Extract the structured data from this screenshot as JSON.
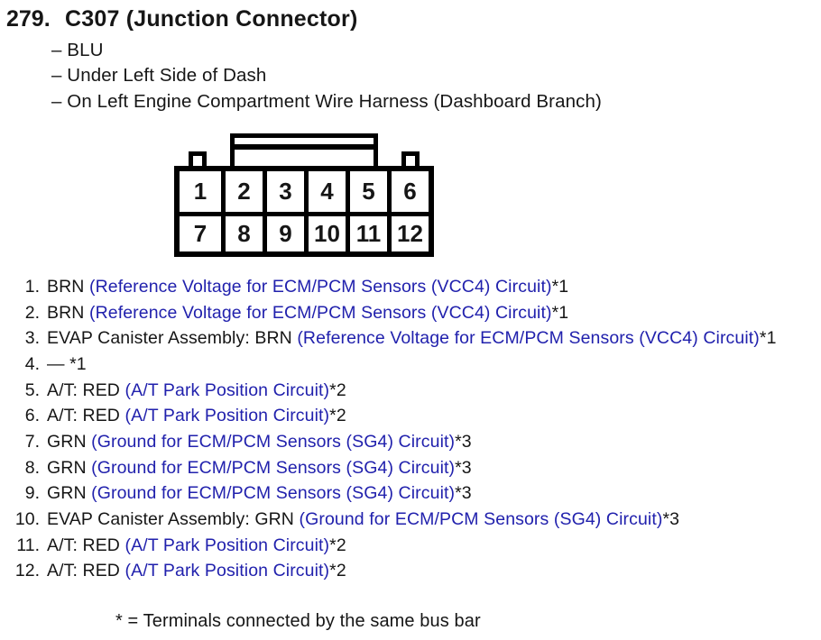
{
  "page": {
    "text_color": "#161616",
    "link_color": "#2121ad",
    "background": "#ffffff"
  },
  "header": {
    "number": "279.",
    "title": "C307 (Junction Connector)",
    "details": [
      "– BLU",
      "– Under Left Side of Dash",
      "– On Left Engine Compartment Wire Harness (Dashboard Branch)"
    ]
  },
  "connector": {
    "name": "C307",
    "top_row": [
      "1",
      "2",
      "3",
      "4",
      "5",
      "6"
    ],
    "bottom_row": [
      "7",
      "8",
      "9",
      "10",
      "11",
      "12"
    ]
  },
  "pin_list": {
    "items": [
      {
        "num": "1.",
        "pre": "BRN ",
        "circuit": "(Reference Voltage for ECM/PCM Sensors (VCC4) Circuit)",
        "post": "*1"
      },
      {
        "num": "2.",
        "pre": "BRN ",
        "circuit": "(Reference Voltage for ECM/PCM Sensors (VCC4) Circuit)",
        "post": "*1"
      },
      {
        "num": "3.",
        "pre": "EVAP Canister Assembly: BRN ",
        "circuit": "(Reference Voltage for ECM/PCM Sensors (VCC4) Circuit)",
        "post": "*1"
      },
      {
        "num": "4.",
        "pre": "— *1",
        "circuit": "",
        "post": ""
      },
      {
        "num": "5.",
        "pre": "A/T: RED ",
        "circuit": "(A/T Park Position Circuit)",
        "post": "*2"
      },
      {
        "num": "6.",
        "pre": "A/T: RED ",
        "circuit": "(A/T Park Position Circuit)",
        "post": "*2"
      },
      {
        "num": "7.",
        "pre": "GRN ",
        "circuit": "(Ground for ECM/PCM Sensors (SG4) Circuit)",
        "post": "*3"
      },
      {
        "num": "8.",
        "pre": "GRN ",
        "circuit": "(Ground for ECM/PCM Sensors (SG4) Circuit)",
        "post": "*3"
      },
      {
        "num": "9.",
        "pre": "GRN ",
        "circuit": "(Ground for ECM/PCM Sensors (SG4) Circuit)",
        "post": "*3"
      },
      {
        "num": "10.",
        "pre": "EVAP Canister Assembly: GRN ",
        "circuit": "(Ground for ECM/PCM Sensors (SG4) Circuit)",
        "post": "*3"
      },
      {
        "num": "11.",
        "pre": "A/T: RED ",
        "circuit": "(A/T Park Position Circuit)",
        "post": "*2"
      },
      {
        "num": "12.",
        "pre": "A/T: RED ",
        "circuit": "(A/T Park Position Circuit)",
        "post": "*2"
      }
    ]
  },
  "footnote": "* = Terminals connected by the same bus bar"
}
